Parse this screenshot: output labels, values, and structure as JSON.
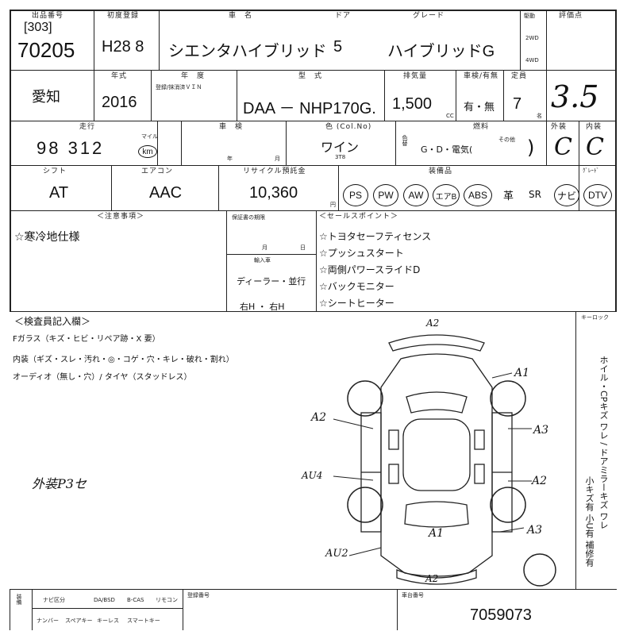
{
  "header": {
    "row1_labels": {
      "lot_no": "出品番号",
      "first_reg": "初度登録",
      "car_name": "車　名",
      "doors": "ドア",
      "grade": "グレード",
      "drive": "駆動",
      "drive_2wd": "2WD",
      "drive_4wd": "4WD",
      "score": "評価点"
    },
    "lot_prefix": "[303]",
    "lot_number": "70205",
    "first_reg_value": "H28 8",
    "car_name_value": "シエンタハイブリッド",
    "doors_value": "5",
    "grade_value": "ハイブリッドG"
  },
  "row2": {
    "labels": {
      "year": "年式",
      "import": "年　度",
      "import_sub": "登録/抹消済ＶＩＮ",
      "model": "型　式",
      "displacement": "排気量",
      "cc": "CC",
      "inspection": "車検/有無",
      "capacity": "定員",
      "capacity_unit": "名"
    },
    "location": "愛知",
    "year_value": "2016",
    "model_value": "DAA － NHP170G.",
    "displacement_value": "1,500",
    "inspection_value": "有・無",
    "capacity_value": "7",
    "score_value": "3.5"
  },
  "row3": {
    "labels": {
      "mileage": "走行",
      "mile": "マイル",
      "km": "km",
      "shaken": "車　検",
      "year": "年",
      "month": "月",
      "color": "色 (Col.No)",
      "color_side": "色替",
      "fuel": "燃料",
      "fuel_options": "G・D・電気(",
      "fuel_other": "その他",
      "exterior": "外装",
      "interior": "内装"
    },
    "mileage_value": "98 312",
    "color_value": "ワイン",
    "color_code": "3T8",
    "exterior_value": "C",
    "interior_value": "C"
  },
  "row4": {
    "labels": {
      "shift": "シフト",
      "aircon": "エアコン",
      "recycle": "リサイクル預託金",
      "yen": "円",
      "equipment": "装備品",
      "extra": "ｸﾞﾚｰﾄﾞ"
    },
    "shift_value": "AT",
    "aircon_value": "AAC",
    "recycle_value": "10,360",
    "equipment": [
      "PS",
      "PW",
      "AW",
      "エアB",
      "ABS",
      "革",
      "SR",
      "ナビ",
      "DTV"
    ]
  },
  "notes": {
    "label_notes": "＜注意事項＞",
    "notes_text": "☆寒冷地仕様",
    "label_expiry": "保証書の期限",
    "month_label": "月",
    "day_label": "日",
    "label_import": "輸入車",
    "import_value": "ディーラー・並行",
    "hand_value": "右H ・ 右H",
    "label_points": "＜セールスポイント＞",
    "points": [
      "☆トヨタセーフティセンス",
      "☆プッシュスタート",
      "☆両側パワースライドD",
      "☆バックモニター",
      "☆シートヒーター"
    ]
  },
  "inspector": {
    "label": "＜検査員記入欄＞",
    "line1": "Fガラス（キズ・ヒビ・リペア跡・X 要）",
    "line2": "内装（ギズ・スレ・汚れ・◎・コゲ・穴・キレ・破れ・割れ）",
    "line3": "オーディオ（無し・穴）/ タイヤ（スタッドレス）",
    "handwritten": "外装P3セ",
    "keyless": "キーロック",
    "side_note1": "ホイル・CPキズ ワレ / ドアミラーキズ ワレ",
    "side_note2": "小キズ有 小U有 補修有"
  },
  "diagram": {
    "marks": [
      "A2",
      "A1",
      "A2",
      "A3",
      "AU4",
      "A2",
      "A1",
      "A3",
      "AU2",
      "A2"
    ]
  },
  "footer": {
    "labels": [
      "装備",
      "ナビ区分",
      "DA/BSD",
      "B-CAS",
      "リモコン",
      "ナンバー",
      "スペアキー",
      "キーレス",
      "スマートキー"
    ],
    "serial_label": "車台番号",
    "reg_label": "登録番号",
    "serial_value": "7059073"
  }
}
